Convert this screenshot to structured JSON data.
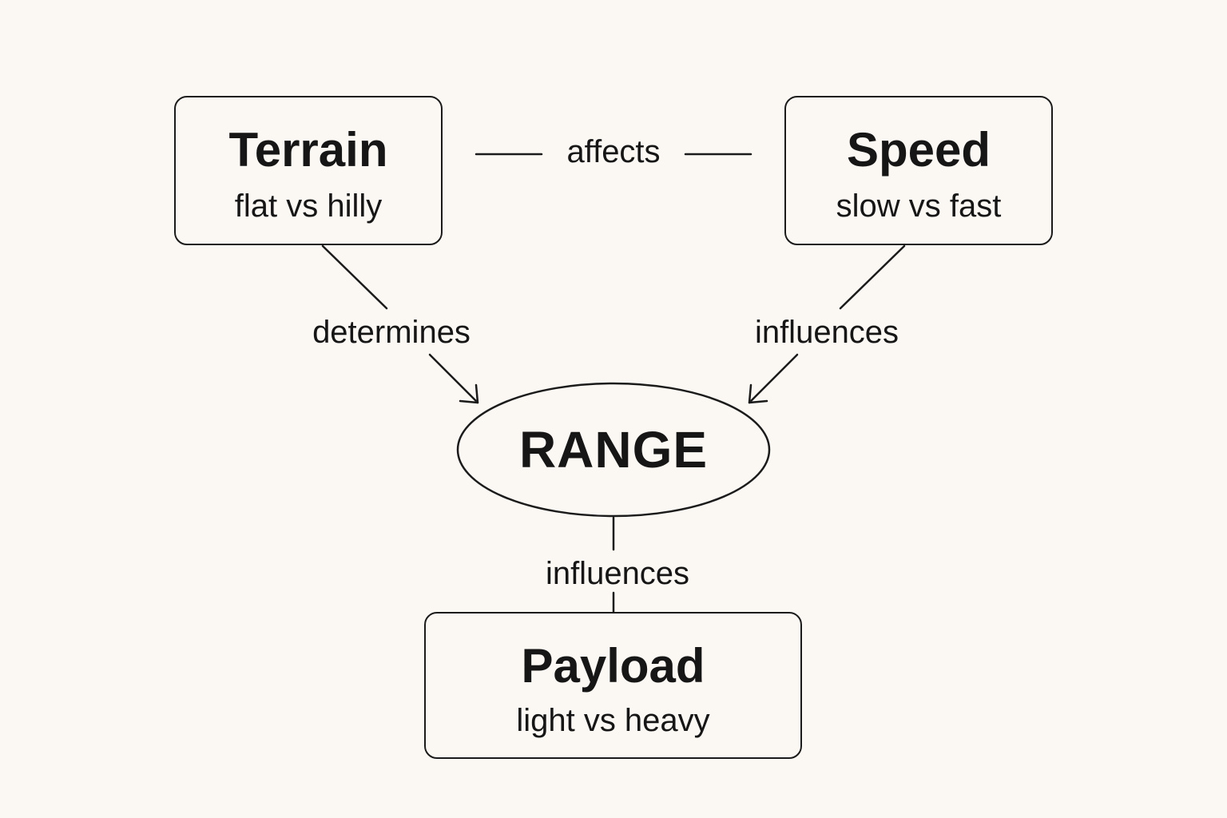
{
  "nodes": {
    "terrain": {
      "title": "Terrain",
      "subtitle": "flat vs hilly"
    },
    "speed": {
      "title": "Speed",
      "subtitle": "slow vs fast"
    },
    "range": {
      "title": "RANGE"
    },
    "payload": {
      "title": "Payload",
      "subtitle": "light vs heavy"
    }
  },
  "edges": {
    "terrain_speed": "affects",
    "terrain_range": "determines",
    "speed_range": "influences",
    "range_payload": "influences"
  },
  "colors": {
    "background": "#fbf8f3",
    "stroke": "#1b1b1b",
    "text": "#161616"
  }
}
